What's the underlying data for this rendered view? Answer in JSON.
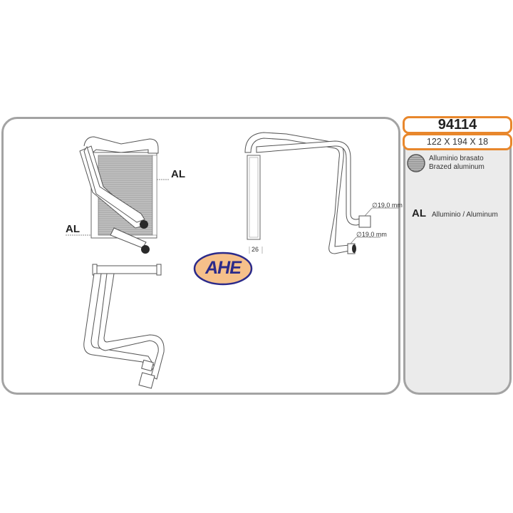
{
  "product": {
    "code": "94114",
    "dimensions": "122 X 194 X 18"
  },
  "legend": {
    "core_material_line1": "Alluminio brasato",
    "core_material_line2": "Brazed aluminum",
    "material_tag": "AL",
    "material_desc": "Alluminio  / Aluminum"
  },
  "drawing": {
    "callout_top": "AL",
    "callout_left": "AL",
    "pipe_diameter_top": "∅19,0 mm",
    "pipe_diameter_bottom": "∅19,0 mm",
    "core_depth": "26"
  },
  "logo": {
    "text": "AHE",
    "colors": {
      "fill": "#f6c08a",
      "border": "#2b2a8a",
      "text": "#2b2a8a"
    }
  },
  "colors": {
    "accent_orange": "#e8872c",
    "panel_border": "#a3a3a3",
    "side_bg": "#ebebeb"
  }
}
